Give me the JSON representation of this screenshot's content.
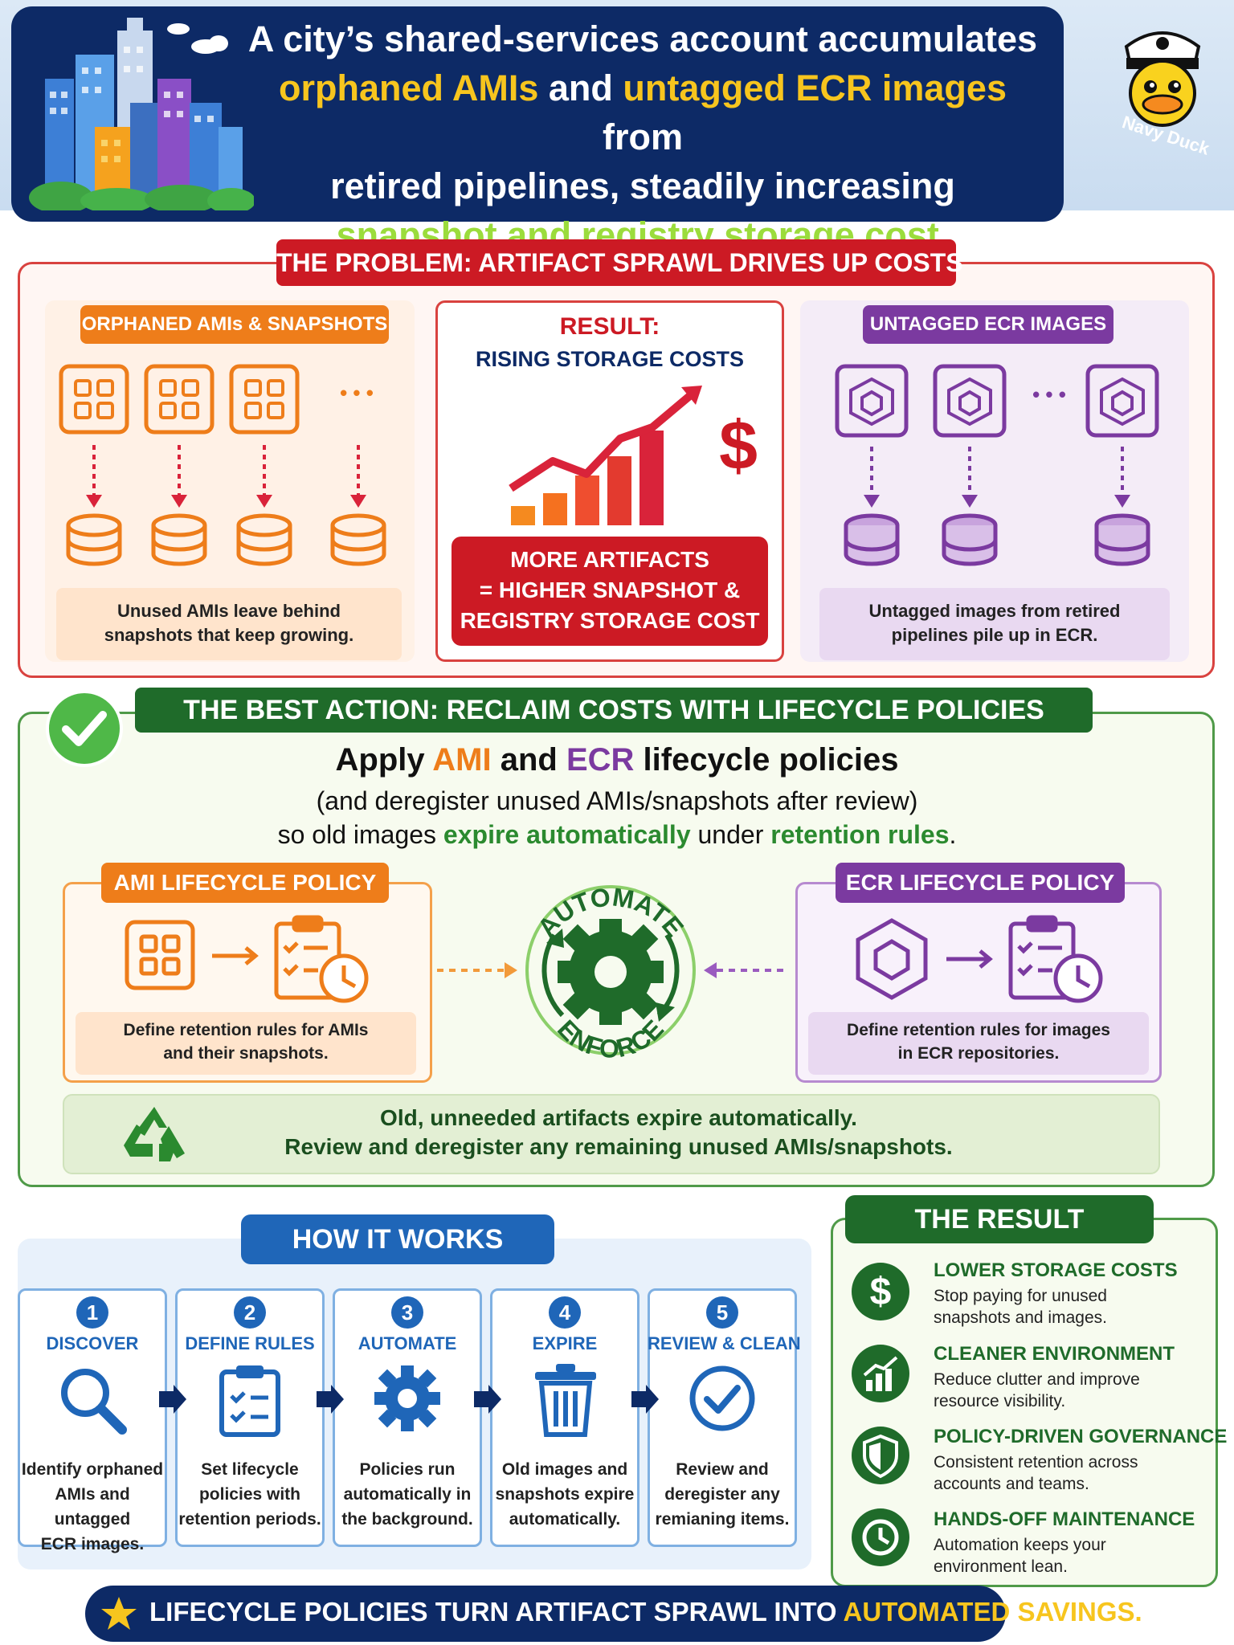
{
  "header": {
    "title_part1": "A city’s shared-services account accumulates",
    "title_hl1": "orphaned AMIs",
    "title_and": " and ",
    "title_hl2": "untagged ECR images",
    "title_from": " from",
    "title_part3": "retired pipelines, steadily increasing",
    "title_hl3": "snapshot and registry storage cost.",
    "logo_text": "Navy Duck"
  },
  "problem": {
    "title": "THE PROBLEM: ARTIFACT SPRAWL DRIVES UP COSTS",
    "orphan_title": "ORPHANED AMIs & SNAPSHOTS",
    "orphan_dots": "• • •",
    "orphan_caption_1": "Unused AMIs leave behind",
    "orphan_caption_2": "snapshots that keep growing.",
    "result_label": "RESULT:",
    "result_sub": "RISING STORAGE COSTS",
    "dollar": "$",
    "result_box_1": "MORE ARTIFACTS",
    "result_box_2": "= HIGHER SNAPSHOT &",
    "result_box_3": "REGISTRY STORAGE COST",
    "ecr_title": "UNTAGGED ECR IMAGES",
    "ecr_dots": "• • •",
    "ecr_caption_1": "Untagged images from retired",
    "ecr_caption_2": "pipelines pile up in ECR."
  },
  "action": {
    "title": "THE BEST ACTION: RECLAIM COSTS WITH LIFECYCLE POLICIES",
    "apply_1": "Apply ",
    "apply_ami": "AMI",
    "apply_and": " and ",
    "apply_ecr": "ECR",
    "apply_rest": " lifecycle policies",
    "sub_1": "(and deregister unused AMIs/snapshots after review)",
    "sub_2a": "so old images ",
    "sub_2b": "expire automatically",
    "sub_2c": " under ",
    "sub_2d": "retention rules",
    "sub_2e": ".",
    "ami_policy_title": "AMI LIFECYCLE POLICY",
    "ami_policy_desc_1": "Define retention rules for AMIs",
    "ami_policy_desc_2": "and their snapshots.",
    "automate": "AUTOMATE",
    "enforce": "ENFORCE",
    "ecr_policy_title": "ECR LIFECYCLE POLICY",
    "ecr_policy_desc_1": "Define retention rules for images",
    "ecr_policy_desc_2": "in ECR repositories.",
    "expire_1": "Old, unneeded artifacts expire automatically.",
    "expire_2": "Review and deregister any remaining unused AMIs/snapshots."
  },
  "how": {
    "title": "HOW IT WORKS",
    "steps": [
      {
        "num": "1",
        "title": "DISCOVER",
        "d1": "Identify orphaned",
        "d2": "AMIs and untagged",
        "d3": "ECR images."
      },
      {
        "num": "2",
        "title": "DEFINE RULES",
        "d1": "Set lifecycle",
        "d2": "policies with",
        "d3": "retention periods."
      },
      {
        "num": "3",
        "title": "AUTOMATE",
        "d1": "Policies run",
        "d2": "automatically in",
        "d3": "the background."
      },
      {
        "num": "4",
        "title": "EXPIRE",
        "d1": "Old images and",
        "d2": "snapshots expire",
        "d3": "automatically."
      },
      {
        "num": "5",
        "title": "REVIEW & CLEAN",
        "d1": "Review and",
        "d2": "deregister any",
        "d3": "remianing items."
      }
    ]
  },
  "result": {
    "title": "THE RESULT",
    "items": [
      {
        "head": "LOWER STORAGE COSTS",
        "d1": "Stop paying for unused",
        "d2": "snapshots and images.",
        "icon": "dollar-icon"
      },
      {
        "head": "CLEANER ENVIRONMENT",
        "d1": "Reduce clutter and improve",
        "d2": "resource visibility.",
        "icon": "chart-icon"
      },
      {
        "head": "POLICY-DRIVEN GOVERNANCE",
        "d1": "Consistent retention across",
        "d2": "accounts and teams.",
        "icon": "shield-icon"
      },
      {
        "head": "HANDS-OFF MAINTENANCE",
        "d1": "Automation keeps your",
        "d2": "environment lean.",
        "icon": "clock-icon"
      }
    ]
  },
  "footer": {
    "text_1": "LIFECYCLE POLICIES TURN ARTIFACT SPRAWL INTO ",
    "text_2": "AUTOMATED SAVINGS."
  },
  "colors": {
    "navy": "#0d2a66",
    "red": "#cc1a24",
    "green": "#1f6b2a",
    "orange": "#ee7d1a",
    "purple": "#7b3aa0",
    "blue": "#1f66b8",
    "yellow": "#f7c51e"
  }
}
